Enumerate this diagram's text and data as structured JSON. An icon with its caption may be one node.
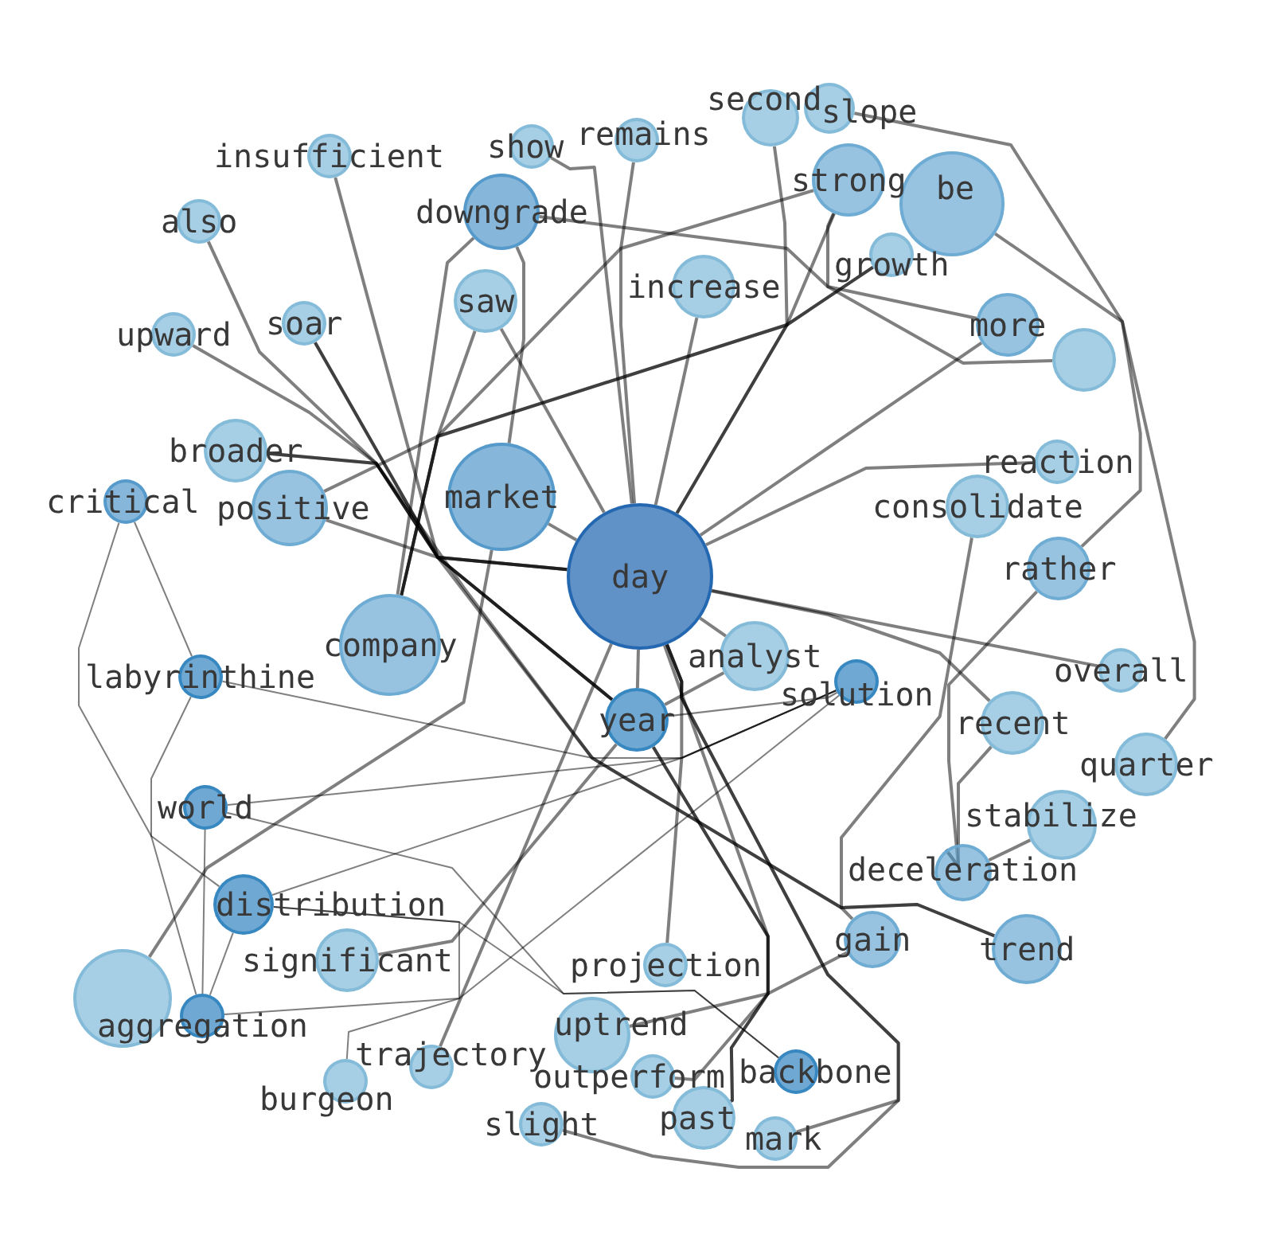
{
  "diagram": {
    "nodes": [
      {
        "text": [
          "second"
        ]
      },
      {
        "text": [
          "slope"
        ]
      },
      {
        "text": [
          "remains"
        ]
      },
      {
        "text": [
          "insufficient"
        ]
      },
      {
        "text": [
          "show"
        ]
      },
      {
        "text": [
          "strong"
        ]
      },
      {
        "text": [
          "be"
        ]
      },
      {
        "text": [
          "downgrade"
        ]
      },
      {
        "text": [
          "also"
        ]
      },
      {
        "text": [
          "growth"
        ]
      },
      {
        "text": [
          "increase"
        ]
      },
      {
        "text": [
          "saw"
        ]
      },
      {
        "text": [
          "soar"
        ]
      },
      {
        "text": [
          "more"
        ]
      },
      {
        "text": [
          "upward"
        ]
      },
      {
        "text": [],
        "shape": "circle"
      },
      {
        "text": [
          "broader"
        ]
      },
      {
        "text": [
          "reaction"
        ]
      },
      {
        "text": [
          "critical"
        ]
      },
      {
        "text": [
          "positive"
        ]
      },
      {
        "text": [
          "consolidate"
        ]
      },
      {
        "text": [
          "market"
        ]
      },
      {
        "text": [
          "rather"
        ]
      },
      {
        "text": [
          "day"
        ]
      },
      {
        "text": [
          "company"
        ]
      },
      {
        "text": [
          "analyst"
        ]
      },
      {
        "text": [
          "overall"
        ]
      },
      {
        "text": [
          "labyrinthine"
        ]
      },
      {
        "text": [
          "solution"
        ]
      },
      {
        "text": [
          "year"
        ]
      },
      {
        "text": [
          "recent"
        ]
      },
      {
        "text": [
          "quarter"
        ]
      },
      {
        "text": [
          "world"
        ]
      },
      {
        "text": [
          "stabilize"
        ]
      },
      {
        "text": [
          "deceleration"
        ]
      },
      {
        "text": [
          "gain"
        ]
      },
      {
        "text": [
          "distribution"
        ]
      },
      {
        "text": [
          "trend"
        ]
      },
      {
        "text": [
          "significant"
        ]
      },
      {
        "text": [
          "projection"
        ]
      },
      {
        "text": [],
        "shape": "circle"
      },
      {
        "text": [
          "aggregation"
        ]
      },
      {
        "text": [
          "uptrend"
        ]
      },
      {
        "text": [
          "trajectory"
        ]
      },
      {
        "text": [
          "outperform"
        ]
      },
      {
        "text": [
          "backbone"
        ]
      },
      {
        "text": [
          "burgeon"
        ]
      },
      {
        "text": [
          "past"
        ]
      },
      {
        "text": [
          "slight"
        ]
      },
      {
        "text": [
          "mark"
        ]
      }
    ],
    "edges": [
      {
        "from": 23,
        "to": 21,
        "arrow": "none"
      },
      {
        "from": 23,
        "to": 19,
        "arrow": "none"
      },
      {
        "from": 23,
        "to": 16,
        "arrow": "none"
      },
      {
        "from": 23,
        "to": 14,
        "arrow": "none"
      },
      {
        "from": 23,
        "to": 4,
        "arrow": "none"
      },
      {
        "from": 23,
        "to": 2,
        "arrow": "none"
      },
      {
        "from": 23,
        "to": 10,
        "arrow": "none"
      },
      {
        "from": 23,
        "to": 11,
        "arrow": "none"
      },
      {
        "from": 23,
        "to": 0,
        "arrow": "none"
      },
      {
        "from": 23,
        "to": 5,
        "arrow": "none"
      },
      {
        "from": 23,
        "to": 13,
        "arrow": "none"
      },
      {
        "from": 23,
        "to": 17,
        "arrow": "none"
      },
      {
        "from": 23,
        "to": 26,
        "arrow": "none"
      },
      {
        "from": 23,
        "to": 25,
        "arrow": "none"
      },
      {
        "from": 23,
        "to": 29,
        "arrow": "none"
      },
      {
        "from": 23,
        "to": 30,
        "arrow": "none"
      },
      {
        "from": 23,
        "to": 39,
        "arrow": "none"
      },
      {
        "from": 23,
        "to": 47,
        "arrow": "none"
      },
      {
        "from": 23,
        "to": 49,
        "arrow": "none"
      },
      {
        "from": 23,
        "to": 48,
        "arrow": "none"
      },
      {
        "from": 23,
        "to": 43,
        "arrow": "none"
      },
      {
        "from": 29,
        "to": 44,
        "arrow": "none"
      },
      {
        "from": 3,
        "to": 29,
        "arrow": "none"
      },
      {
        "from": 8,
        "to": 29,
        "arrow": "none"
      },
      {
        "from": 12,
        "to": 29,
        "arrow": "none"
      },
      {
        "from": 12,
        "to": 37,
        "arrow": "none"
      },
      {
        "from": 16,
        "to": 37,
        "arrow": "none"
      },
      {
        "from": 7,
        "to": 21,
        "arrow": "none"
      },
      {
        "from": 7,
        "to": 15,
        "arrow": "none"
      },
      {
        "from": 7,
        "to": 24,
        "arrow": "none"
      },
      {
        "from": 11,
        "to": 24,
        "arrow": "none"
      },
      {
        "from": 19,
        "to": 9,
        "arrow": "none"
      },
      {
        "from": 24,
        "to": 5,
        "arrow": "none"
      },
      {
        "from": 24,
        "to": 9,
        "arrow": "none"
      },
      {
        "from": 40,
        "to": 21,
        "arrow": "none"
      },
      {
        "from": 1,
        "to": 31,
        "arrow": "none"
      },
      {
        "from": 5,
        "to": 13,
        "arrow": "none"
      },
      {
        "from": 6,
        "to": 22,
        "arrow": "none"
      },
      {
        "from": 22,
        "to": 34,
        "arrow": "none"
      },
      {
        "from": 20,
        "to": 35,
        "arrow": "none"
      },
      {
        "from": 30,
        "to": 34,
        "arrow": "none"
      },
      {
        "from": 42,
        "to": 35,
        "arrow": "none"
      },
      {
        "from": 38,
        "to": 29,
        "arrow": "none"
      },
      {
        "from": 29,
        "to": 47,
        "arrow": "none"
      },
      {
        "from": 34,
        "to": 33,
        "arrow": "none"
      },
      {
        "from": 29,
        "to": 28,
        "arrow": "none"
      },
      {
        "from": 25,
        "to": 29,
        "arrow": "none"
      },
      {
        "from": 18,
        "to": 36,
        "arrow": "none"
      },
      {
        "from": 18,
        "to": 27,
        "arrow": "none"
      },
      {
        "from": 27,
        "to": 41,
        "arrow": "none"
      },
      {
        "from": 27,
        "to": 28,
        "arrow": "none"
      },
      {
        "from": 32,
        "to": 41,
        "arrow": "none"
      },
      {
        "from": 32,
        "to": 28,
        "arrow": "none"
      },
      {
        "from": 32,
        "to": 45,
        "arrow": "none"
      },
      {
        "from": 36,
        "to": 28,
        "arrow": "none"
      },
      {
        "from": 36,
        "to": 45,
        "arrow": "none"
      },
      {
        "from": 36,
        "to": 46,
        "arrow": "none"
      },
      {
        "from": 36,
        "to": 41,
        "arrow": "none"
      },
      {
        "from": 41,
        "to": 28,
        "arrow": "none"
      }
    ]
  }
}
